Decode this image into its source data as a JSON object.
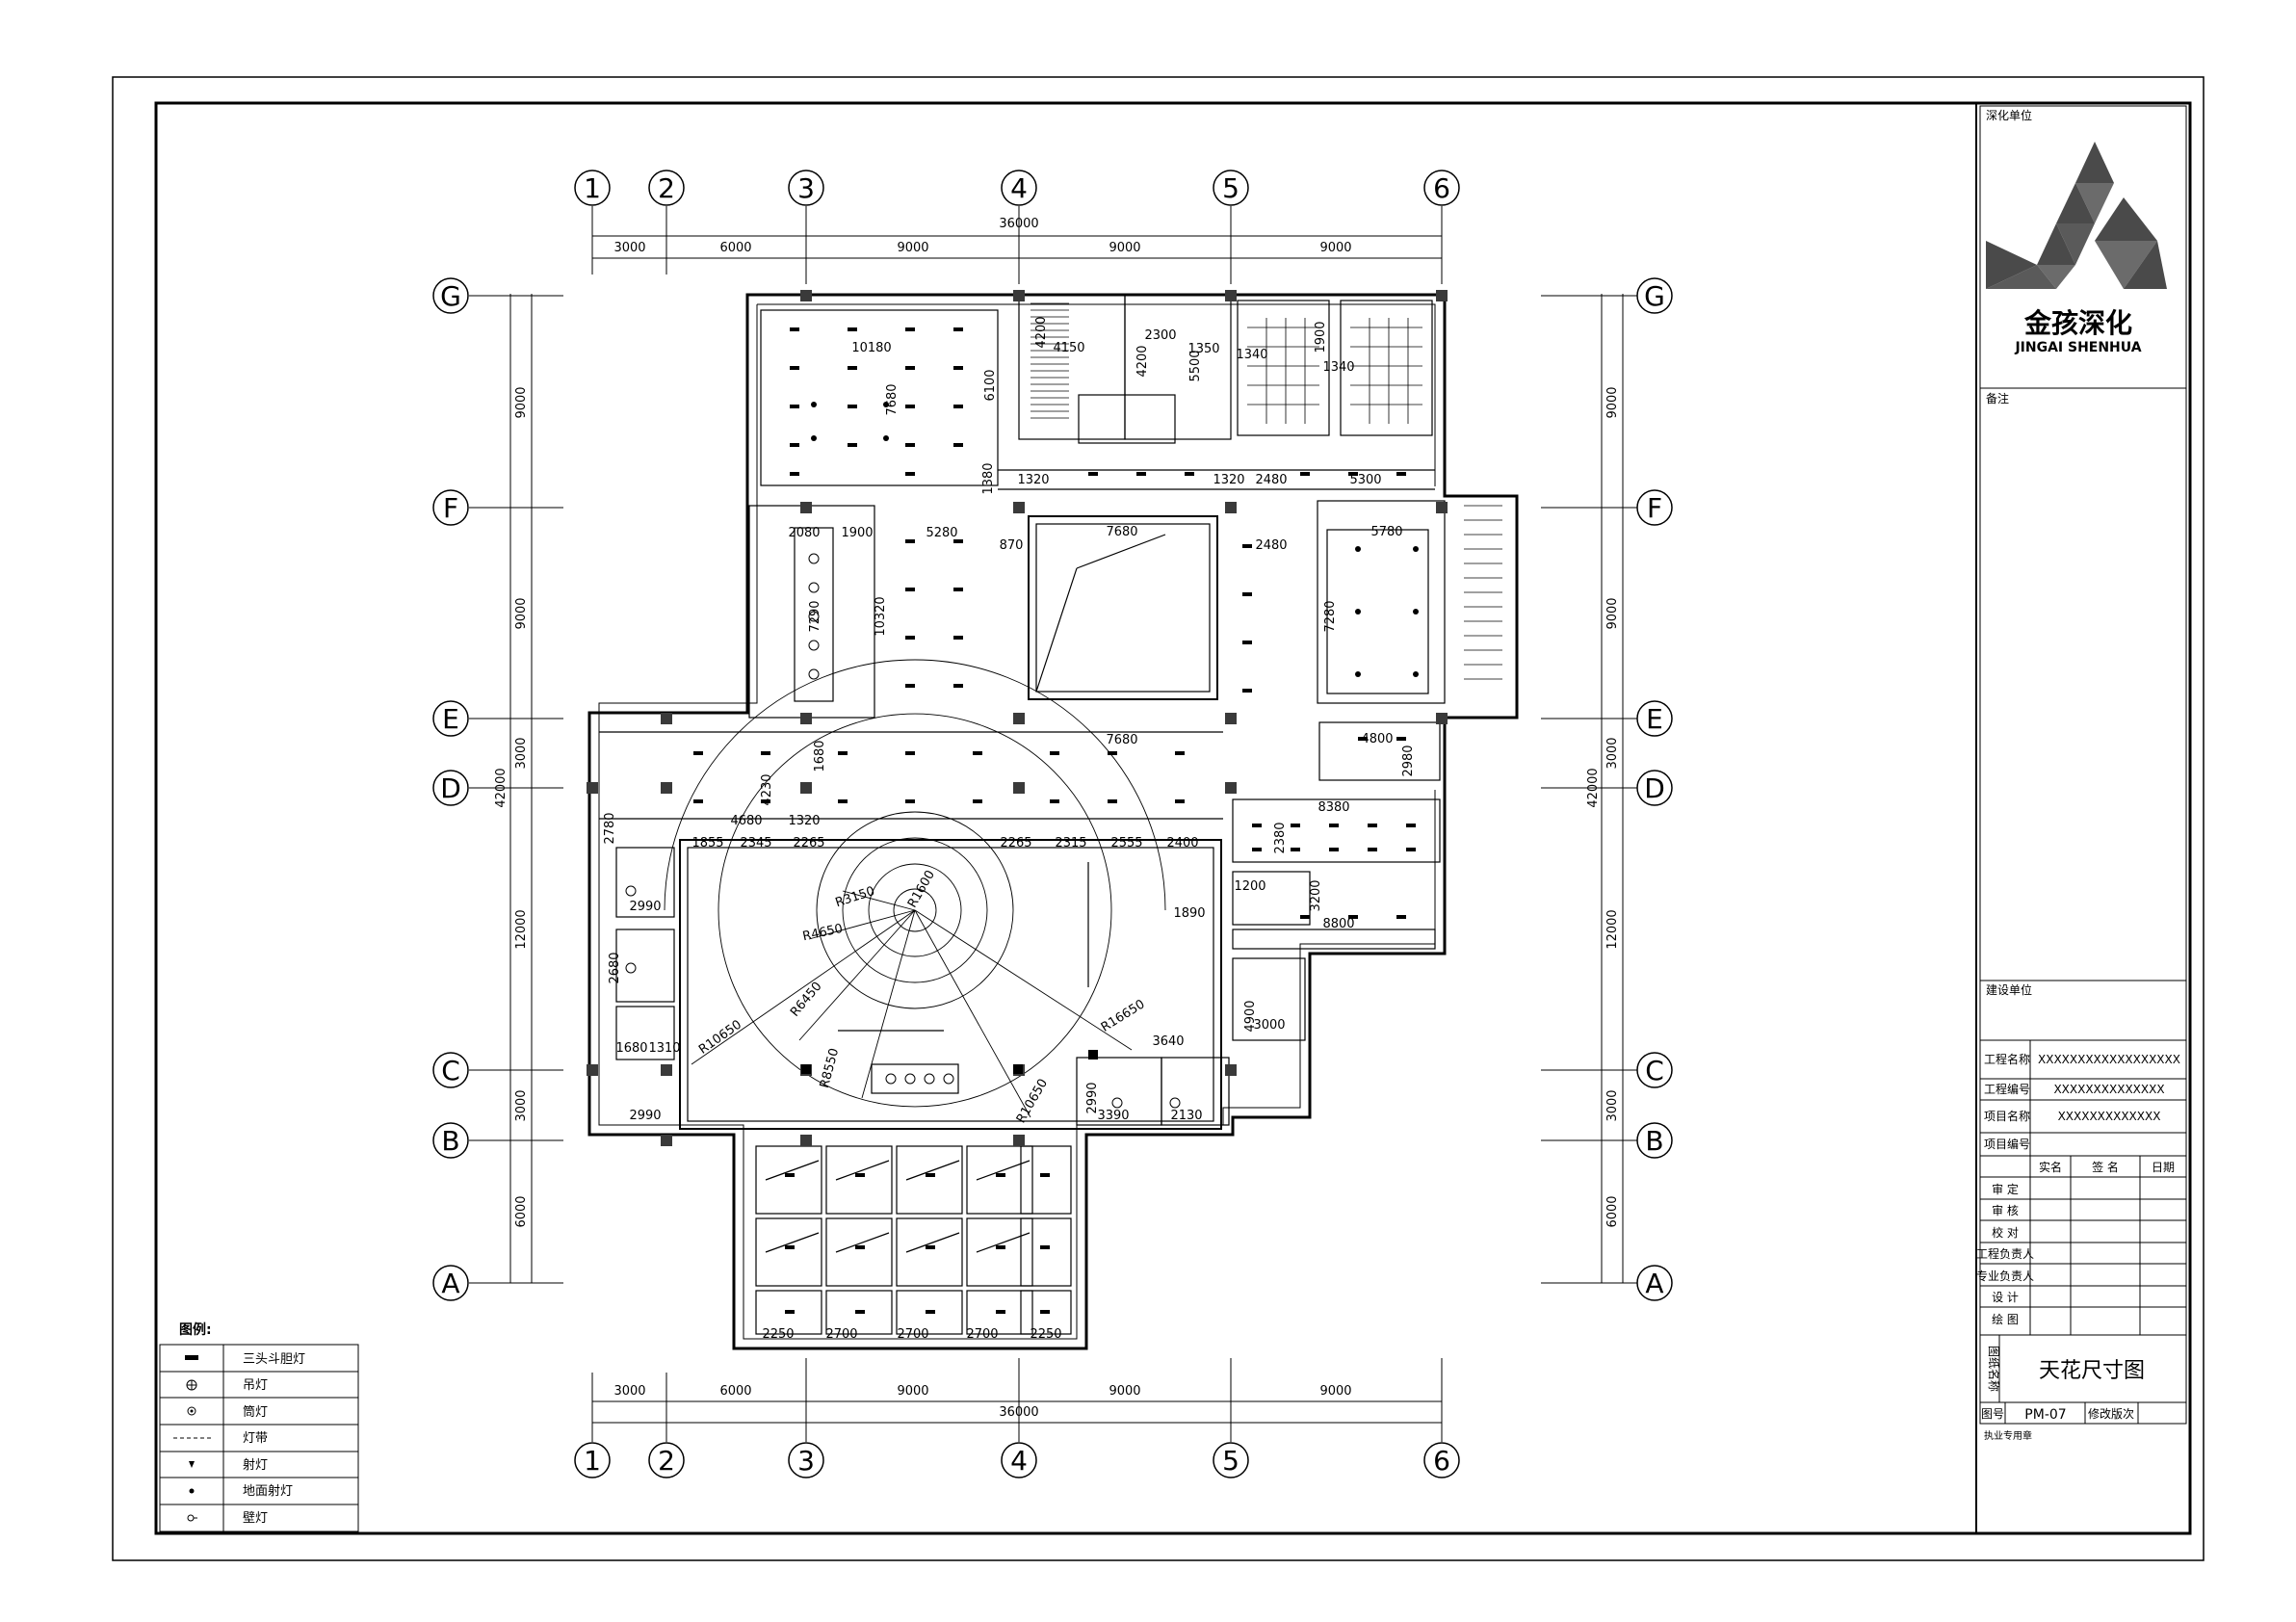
{
  "drawing": {
    "grid_columns": [
      "1",
      "2",
      "3",
      "4",
      "5",
      "6"
    ],
    "grid_rows": [
      "G",
      "F",
      "E",
      "D",
      "C",
      "B",
      "A"
    ],
    "top_dims": [
      "3000",
      "6000",
      "9000",
      "9000",
      "9000"
    ],
    "total_width": "36000",
    "side_dims": [
      "9000",
      "9000",
      "3000",
      "12000",
      "3000",
      "6000"
    ],
    "total_height": "42000",
    "room_dims": [
      "10180",
      "7680",
      "6100",
      "4200",
      "4150",
      "4200",
      "2300",
      "1350",
      "5500",
      "1340",
      "1900",
      "1340",
      "2080",
      "1900",
      "5280",
      "10320",
      "7290",
      "7680",
      "7680",
      "5780",
      "7280",
      "4800",
      "2980",
      "8380",
      "2380",
      "1200",
      "3200",
      "8800",
      "1890",
      "4900",
      "3000",
      "3640",
      "2990",
      "2130",
      "3390",
      "4680",
      "1320",
      "4230",
      "1680",
      "2990",
      "2680",
      "1680",
      "1310",
      "2780",
      "2990",
      "1855",
      "2345",
      "2265",
      "2265",
      "2315",
      "2555",
      "2400",
      "2250",
      "2700",
      "2700",
      "2700",
      "2250",
      "1320",
      "1380",
      "1320",
      "2480",
      "5300",
      "870",
      "2480",
      "R3150",
      "R4650",
      "R6450",
      "R8550",
      "R10650",
      "R10650",
      "R16650",
      "R1600"
    ]
  },
  "legend": {
    "title": "图例:",
    "items": [
      {
        "symbol": "triple-spot-light-icon",
        "label": "三头斗胆灯"
      },
      {
        "symbol": "pendant-light-icon",
        "label": "吊灯"
      },
      {
        "symbol": "downlight-icon",
        "label": "筒灯"
      },
      {
        "symbol": "light-strip-icon",
        "label": "灯带"
      },
      {
        "symbol": "spot-light-icon",
        "label": "射灯"
      },
      {
        "symbol": "floor-spot-light-icon",
        "label": "地面射灯"
      },
      {
        "symbol": "wall-light-icon",
        "label": "壁灯"
      }
    ]
  },
  "title_block": {
    "design_unit_label": "深化单位",
    "logo_cn": "金孩深化",
    "logo_en": "JINGAI SHENHUA",
    "remarks_label": "备注",
    "client_label": "建设单位",
    "project_name_label": "工程名称",
    "project_name_value": "XXXXXXXXXXXXXXXXXX",
    "project_no_label": "工程编号",
    "project_no_value": "XXXXXXXXXXXXXX",
    "item_name_label": "项目名称",
    "item_name_value": "XXXXXXXXXXXXX",
    "item_no_label": "项目编号",
    "sign_header": [
      "实名",
      "签 名",
      "日期"
    ],
    "roles": [
      "审 定",
      "审 核",
      "校 对",
      "工程负责人",
      "专业负责人",
      "设 计",
      "绘 图"
    ],
    "drawing_name_label": "图纸名称",
    "drawing_name": "天花尺寸图",
    "drawing_no_label": "图号",
    "drawing_no": "PM-07",
    "revision_label": "修改版次",
    "stamp_label": "执业专用章"
  },
  "colors": {
    "logo": "#4a4a4a",
    "line": "#000000",
    "column": "#3a3a3a"
  }
}
